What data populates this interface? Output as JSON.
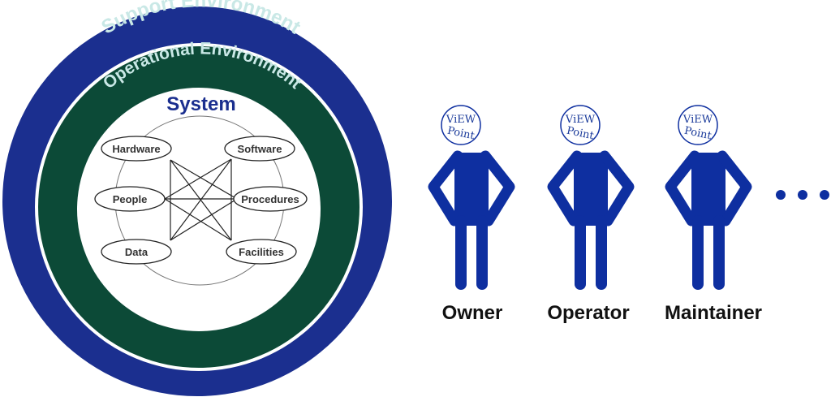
{
  "colors": {
    "support": "#1b2f8f",
    "operational": "#0c4a37",
    "accent_text": "#c9e8e6",
    "system_text": "#1b2f8f",
    "person": "#0e2fa0"
  },
  "rings": {
    "support": "Support Environment",
    "operational": "Operational Environment",
    "system": "System"
  },
  "nodes": [
    "Hardware",
    "Software",
    "People",
    "Procedures",
    "Data",
    "Facilities"
  ],
  "viewpoint": {
    "line1": "ViEW",
    "line2": "Point"
  },
  "roles": [
    "Owner",
    "Operator",
    "Maintainer"
  ],
  "more_icon": "ellipsis-icon"
}
